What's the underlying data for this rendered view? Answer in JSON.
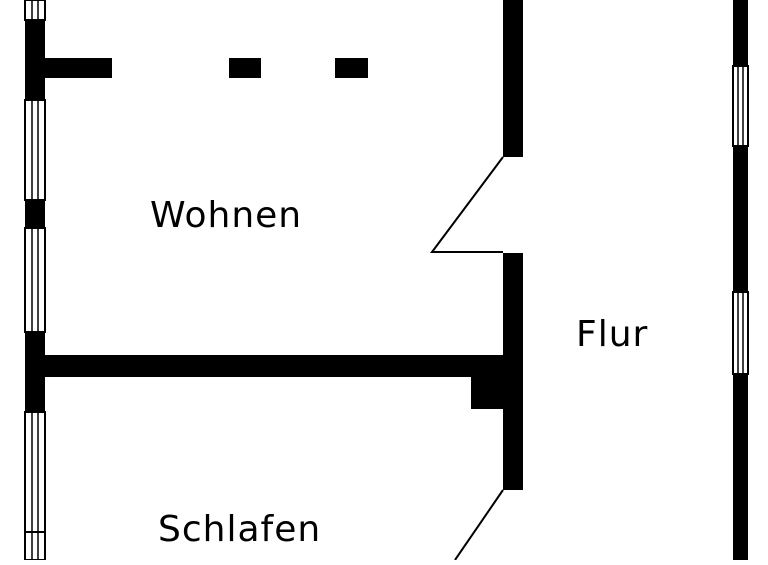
{
  "plan": {
    "wall_color": "#000000",
    "background_color": "#ffffff",
    "rooms": [
      {
        "id": "wohnen",
        "label": "Wohnen"
      },
      {
        "id": "flur",
        "label": "Flur"
      },
      {
        "id": "schlafen",
        "label": "Schlafen"
      }
    ]
  }
}
